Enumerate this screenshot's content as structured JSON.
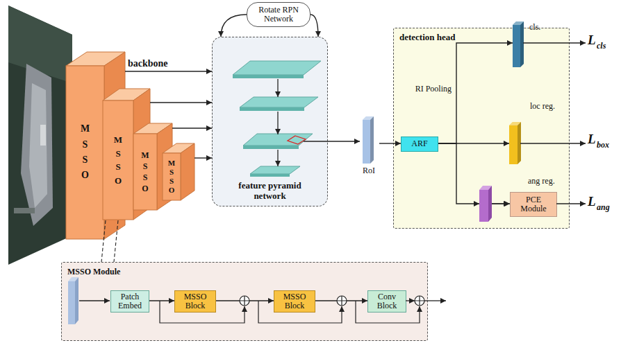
{
  "diagram": {
    "nodes": [
      {
        "text": [
          "MSSO"
        ]
      },
      {
        "text": [
          "MSSO"
        ]
      },
      {
        "text": [
          "MSSO"
        ]
      },
      {
        "text": [
          "MSSO"
        ]
      },
      {
        "text": [
          "Rotate RPN Network"
        ]
      },
      {
        "text": [
          "feature pyramid network"
        ]
      },
      {
        "text": [
          "RoI"
        ]
      },
      {
        "text": [
          "detection head"
        ]
      },
      {
        "text": [
          "ARF"
        ],
        "in": 7
      },
      {
        "text": [
          "cls."
        ],
        "in": 7
      },
      {
        "text": [
          "loc reg."
        ],
        "in": 7
      },
      {
        "text": [
          "PCE Module"
        ],
        "in": 7
      },
      {
        "text": [
          "MSSO Module"
        ]
      },
      {
        "text": [
          "Patch Embed"
        ],
        "in": 12
      },
      {
        "text": [
          "MSSO Block"
        ],
        "in": 12
      },
      {
        "text": [
          "MSSO Block"
        ],
        "in": 12
      },
      {
        "text": [
          "Conv Block"
        ],
        "in": 12
      }
    ],
    "edges": [
      {
        "from": 0,
        "to": 5,
        "arrow": "to"
      },
      {
        "from": 1,
        "to": 5,
        "arrow": "to"
      },
      {
        "from": 2,
        "to": 5,
        "arrow": "to"
      },
      {
        "from": 3,
        "to": 5,
        "arrow": "to"
      },
      {
        "from": 4,
        "to": 5,
        "arrow": "to"
      },
      {
        "from": 4,
        "to": 5,
        "arrow": "to"
      },
      {
        "from": 5,
        "to": 6,
        "arrow": "to"
      },
      {
        "from": 6,
        "to": 8,
        "arrow": "to"
      },
      {
        "from": 8,
        "to": 9,
        "label": "RI Pooling",
        "arrow": "to"
      },
      {
        "from": 8,
        "to": 10,
        "arrow": "to"
      },
      {
        "from": 8,
        "to": 11,
        "arrow": "to"
      },
      {
        "from": 13,
        "to": 14,
        "arrow": "to"
      },
      {
        "from": 14,
        "to": 15,
        "arrow": "to"
      },
      {
        "from": 15,
        "to": 16,
        "arrow": "to"
      }
    ],
    "labels": [
      "backbone",
      "ang reg.",
      "L",
      "cls",
      "L",
      "box",
      "L",
      "ang"
    ]
  }
}
